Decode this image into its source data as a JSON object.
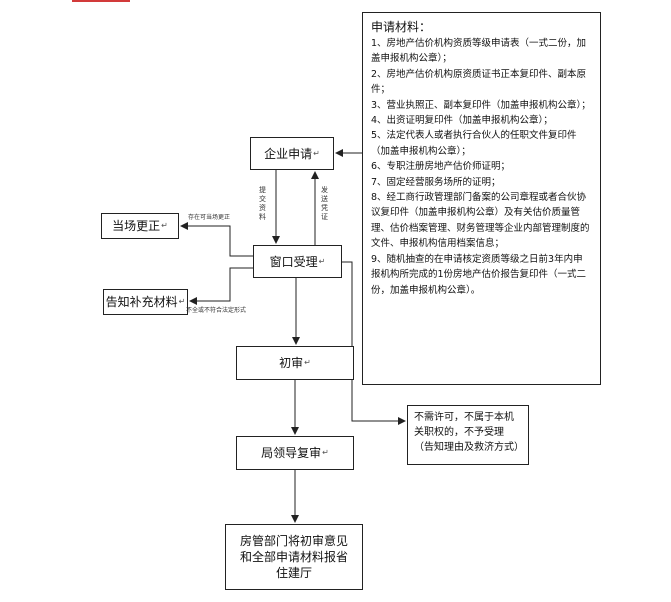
{
  "nodes": {
    "qiye": "企业申请",
    "chuangkou": "窗口受理",
    "chushen": "初审",
    "juling": "局领导复审",
    "fangguan": "房管部门将初审意见和全部申请材料报省住建厅",
    "dangchang": "当场更正",
    "gaozhi": "告知补充材料",
    "bushou": "不需许可，不属于本机关职权的，不予受理（告知理由及救济方式）"
  },
  "edge_labels": {
    "tijiao": "提交资料",
    "faliu": "发送凭证",
    "keyi": "存在可当场更正",
    "buquan": "不全或不符合法定形式"
  },
  "materials": {
    "title": "申请材料：",
    "items": [
      "1、房地产估价机构资质等级申请表（一式二份，加盖申报机构公章）；",
      "2、房地产估价机构原资质证书正本复印件、副本原件；",
      "3、营业执照正、副本复印件（加盖申报机构公章）；",
      "4、出资证明复印件（加盖申报机构公章）；",
      "5、法定代表人或者执行合伙人的任职文件复印件（加盖申报机构公章）；",
      "6、专职注册房地产估价师证明；",
      "7、固定经营服务场所的证明；",
      "8、经工商行政管理部门备案的公司章程或者合伙协议复印件（加盖申报机构公章）及有关估价质量管理、估价档案管理、财务管理等企业内部管理制度的文件、申报机构信用档案信息；",
      "9、随机抽查的在申请核定资质等级之日前3年内申报机构所完成的1份房地产估价报告复印件（一式二份，加盖申报机构公章）。"
    ]
  },
  "colors": {
    "line": "#222222",
    "accent": "#d23a3a"
  }
}
